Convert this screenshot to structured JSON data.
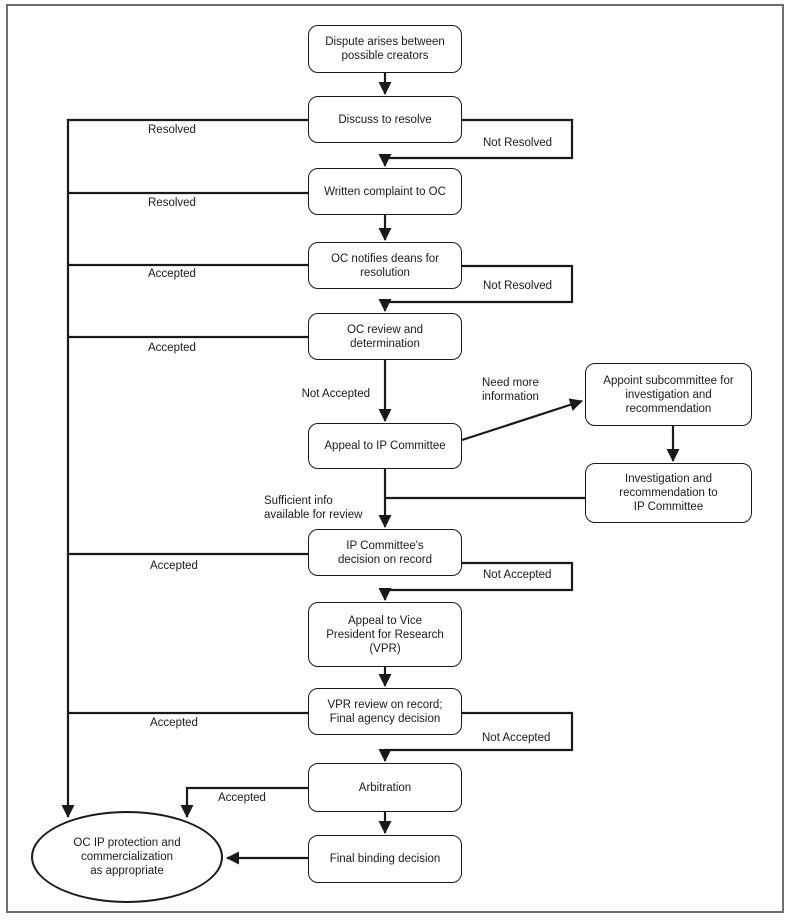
{
  "diagram": {
    "type": "flowchart",
    "nodes": {
      "dispute": "Dispute arises between\npossible creators",
      "discuss": "Discuss to resolve",
      "written_complaint": "Written complaint to OC",
      "oc_notifies": "OC notifies deans for\nresolution",
      "oc_review": "OC review and\ndetermination",
      "appeal_ip": "Appeal to IP Committee",
      "appoint_subcommittee": "Appoint subcommittee for\ninvestigation and\nrecommendation",
      "investigation": "Investigation and\nrecommendation to\nIP Committee",
      "ip_decision": "IP Committee's\ndecision on record",
      "appeal_vpr": "Appeal to Vice\nPresident for Research\n(VPR)",
      "vpr_review": "VPR review on record;\nFinal agency decision",
      "arbitration": "Arbitration",
      "final_binding": "Final binding decision",
      "oc_ip_outcome": "OC IP protection and\ncommercialization\nas appropriate"
    },
    "edge_labels": {
      "resolved_1": "Resolved",
      "resolved_2": "Resolved",
      "accepted_1": "Accepted",
      "accepted_2": "Accepted",
      "accepted_3": "Accepted",
      "accepted_4": "Accepted",
      "accepted_arbitration": "Accepted",
      "not_resolved_1": "Not Resolved",
      "not_resolved_2": "Not Resolved",
      "not_accepted_oc_review": "Not Accepted",
      "not_accepted_ip": "Not Accepted",
      "not_accepted_vpr": "Not Accepted",
      "need_more_info": "Need more\ninformation",
      "sufficient_info": "Sufficient info\navailable for review"
    },
    "edges": [
      {
        "from": "dispute",
        "to": "discuss",
        "label": ""
      },
      {
        "from": "discuss",
        "to": "oc_ip_outcome",
        "label": "Resolved"
      },
      {
        "from": "discuss",
        "to": "written_complaint",
        "label": "Not Resolved"
      },
      {
        "from": "written_complaint",
        "to": "oc_ip_outcome",
        "label": "Resolved"
      },
      {
        "from": "written_complaint",
        "to": "oc_notifies",
        "label": ""
      },
      {
        "from": "oc_notifies",
        "to": "oc_ip_outcome",
        "label": "Accepted"
      },
      {
        "from": "oc_notifies",
        "to": "oc_review",
        "label": "Not Resolved"
      },
      {
        "from": "oc_review",
        "to": "oc_ip_outcome",
        "label": "Accepted"
      },
      {
        "from": "oc_review",
        "to": "appeal_ip",
        "label": "Not Accepted"
      },
      {
        "from": "appeal_ip",
        "to": "appoint_subcommittee",
        "label": "Need more information"
      },
      {
        "from": "appoint_subcommittee",
        "to": "investigation",
        "label": ""
      },
      {
        "from": "investigation",
        "to": "ip_decision",
        "label": ""
      },
      {
        "from": "appeal_ip",
        "to": "ip_decision",
        "label": "Sufficient info available for review"
      },
      {
        "from": "ip_decision",
        "to": "oc_ip_outcome",
        "label": "Accepted"
      },
      {
        "from": "ip_decision",
        "to": "appeal_vpr",
        "label": "Not Accepted"
      },
      {
        "from": "appeal_vpr",
        "to": "vpr_review",
        "label": ""
      },
      {
        "from": "vpr_review",
        "to": "oc_ip_outcome",
        "label": "Accepted"
      },
      {
        "from": "vpr_review",
        "to": "arbitration",
        "label": "Not Accepted"
      },
      {
        "from": "arbitration",
        "to": "oc_ip_outcome",
        "label": "Accepted"
      },
      {
        "from": "arbitration",
        "to": "final_binding",
        "label": ""
      },
      {
        "from": "final_binding",
        "to": "oc_ip_outcome",
        "label": ""
      }
    ],
    "colors": {
      "line": "#1a1a1a",
      "node_fill": "#ffffff",
      "node_border": "#1a1a1a",
      "frame_border": "#6e6e6e",
      "background": "#ffffff"
    }
  }
}
